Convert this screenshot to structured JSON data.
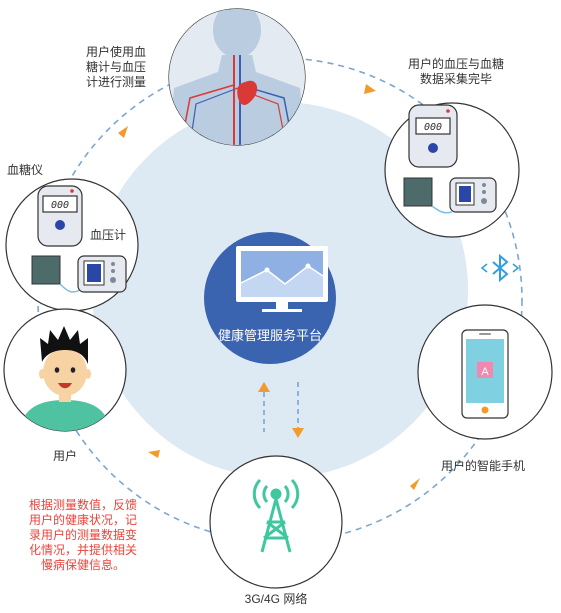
{
  "center": {
    "title": "健康管理服务平台"
  },
  "nodes": {
    "human_body": "用户使用血\n糖计与血压\n计进行测量",
    "data_done": "用户的血压与血糖\n数据采集完毕",
    "glucose_meter": "血糖仪",
    "bp_meter": "血压计",
    "user": "用户",
    "phone": "用户的智能手机",
    "network": "3G/4G 网络"
  },
  "phone_app_letter": "A",
  "device_display": "000",
  "note": "根据测量数值，反馈\n用户的健康状况，记\n录用户的测量数据变\n化情况，并提供相关\n慢病保健信息。",
  "colors": {
    "platform": "#3a63b0",
    "ring_bg": "#dde9f3",
    "arrow_orange": "#f39a2b",
    "dash_blue": "#7aa6d4",
    "network_green": "#3fc8a0",
    "bluetooth": "#2f9ee0",
    "note_red": "#e8453c"
  },
  "icons": [
    "human-body-icon",
    "glucose-meter-icon",
    "blood-pressure-meter-icon",
    "user-avatar-icon",
    "smartphone-icon",
    "network-tower-icon",
    "bluetooth-icon",
    "monitor-chart-icon"
  ]
}
